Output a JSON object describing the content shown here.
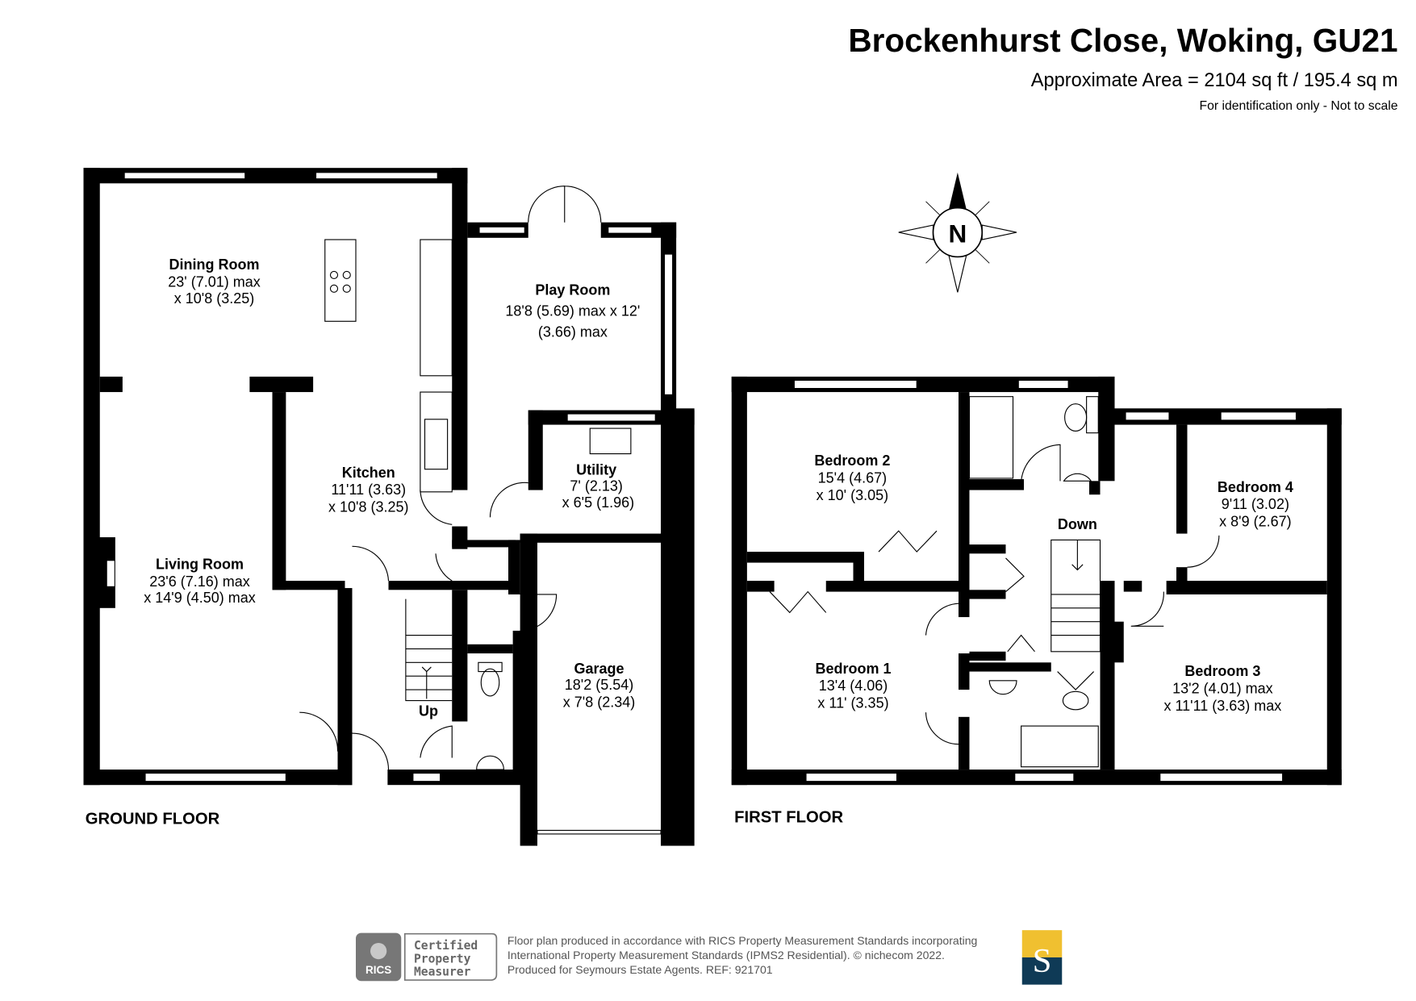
{
  "header": {
    "title": "Brockenhurst Close, Woking, GU21",
    "area": "Approximate Area = 2104 sq ft / 195.4 sq m",
    "disclaimer": "For identification only - Not to scale"
  },
  "compass": {
    "label": "N"
  },
  "ground_floor": {
    "label": "GROUND FLOOR",
    "rooms": [
      {
        "name": "Dining Room",
        "dim1": "23' (7.01) max",
        "dim2": "x 10'8 (3.25)"
      },
      {
        "name": "Play Room",
        "dim1": "18'8 (5.69) max x 12'",
        "dim2": "(3.66) max"
      },
      {
        "name": "Kitchen",
        "dim1": "11'11 (3.63)",
        "dim2": "x 10'8 (3.25)"
      },
      {
        "name": "Utility",
        "dim1": "7' (2.13)",
        "dim2": "x 6'5 (1.96)"
      },
      {
        "name": "Living Room",
        "dim1": "23'6 (7.16) max",
        "dim2": "x 14'9 (4.50) max"
      },
      {
        "name": "Garage",
        "dim1": "18'2 (5.54)",
        "dim2": "x 7'8 (2.34)"
      }
    ],
    "stairs_label": "Up"
  },
  "first_floor": {
    "label": "FIRST FLOOR",
    "rooms": [
      {
        "name": "Bedroom 2",
        "dim1": "15'4 (4.67)",
        "dim2": "x 10' (3.05)"
      },
      {
        "name": "Bedroom 4",
        "dim1": "9'11 (3.02)",
        "dim2": "x 8'9 (2.67)"
      },
      {
        "name": "Bedroom 1",
        "dim1": "13'4 (4.06)",
        "dim2": "x 11' (3.35)"
      },
      {
        "name": "Bedroom 3",
        "dim1": "13'2 (4.01) max",
        "dim2": "x 11'11 (3.63) max"
      }
    ],
    "stairs_label": "Down"
  },
  "footer": {
    "badge_org": "RICS",
    "badge_lines": [
      "Certified",
      "Property",
      "Measurer"
    ],
    "notes": [
      "Floor plan produced in accordance with RICS Property Measurement Standards incorporating",
      "International Property Measurement Standards (IPMS2 Residential).   © nichecom 2022.",
      "Produced for Seymours Estate Agents.   REF: 921701"
    ],
    "brand_letter": "S",
    "brand_colors": {
      "top": "#f0c030",
      "bottom": "#0f3a56"
    }
  }
}
